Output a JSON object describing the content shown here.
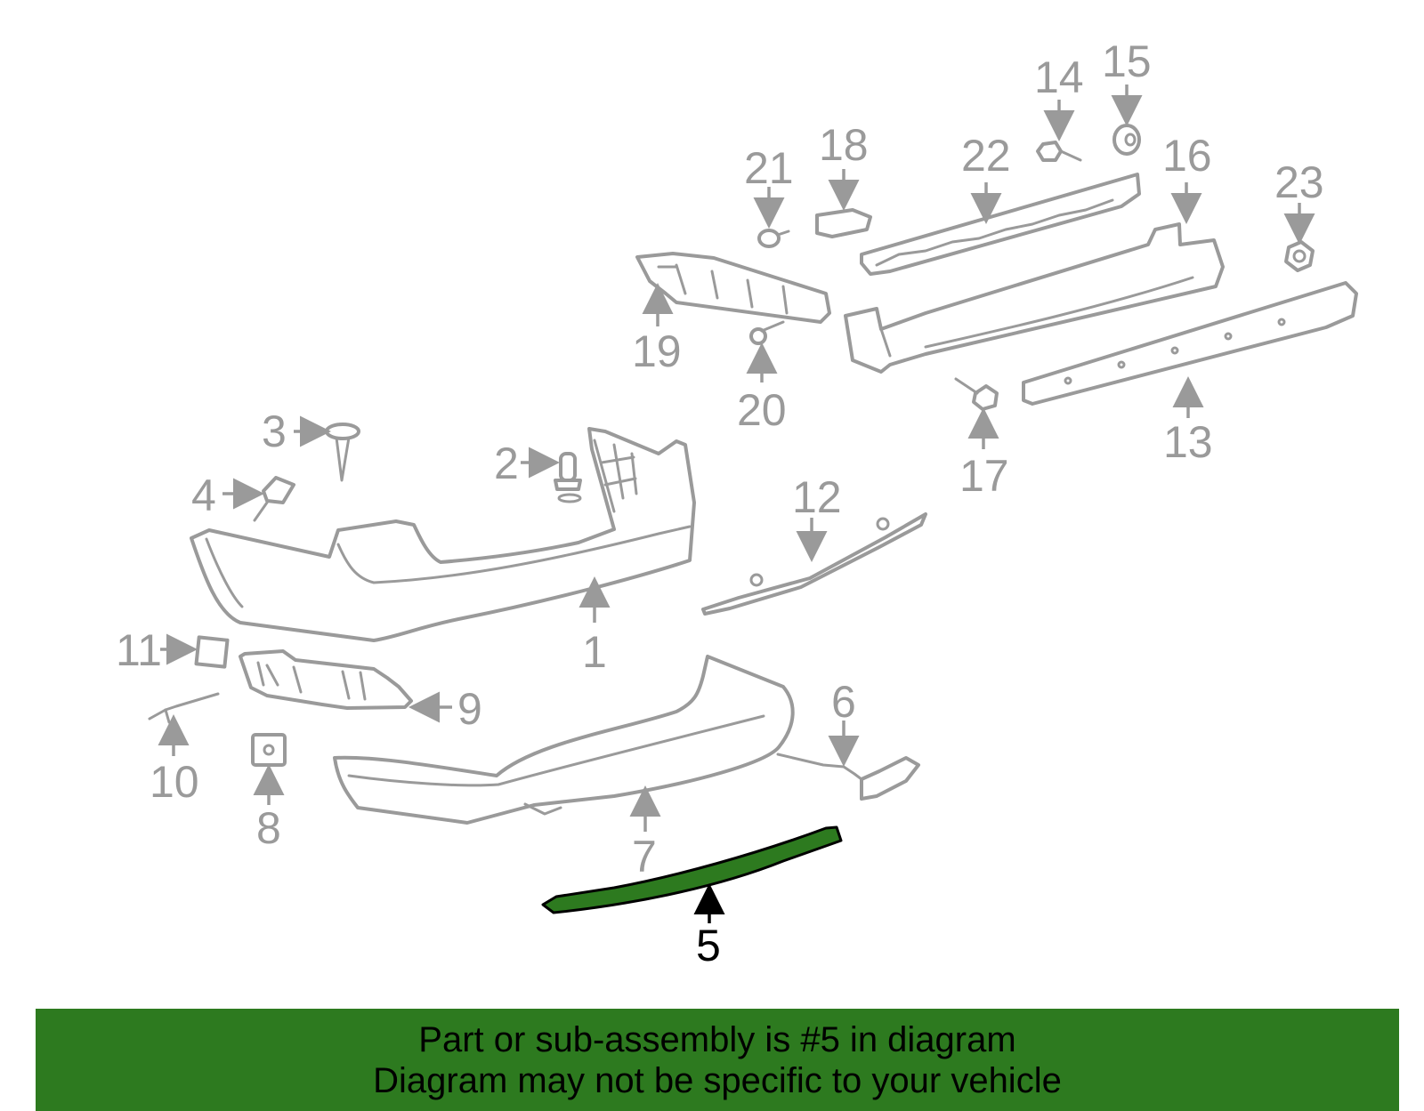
{
  "diagram": {
    "highlighted_part": "5",
    "highlight_color": "#2d7a1f",
    "callouts": [
      "1",
      "2",
      "3",
      "4",
      "5",
      "6",
      "7",
      "8",
      "9",
      "10",
      "11",
      "12",
      "13",
      "14",
      "15",
      "16",
      "17",
      "18",
      "19",
      "20",
      "21",
      "22",
      "23"
    ]
  },
  "banner": {
    "line1": "Part or sub-assembly is #5 in diagram",
    "line2": "Diagram may not be specific to your vehicle",
    "color": "#2d7a1f"
  }
}
